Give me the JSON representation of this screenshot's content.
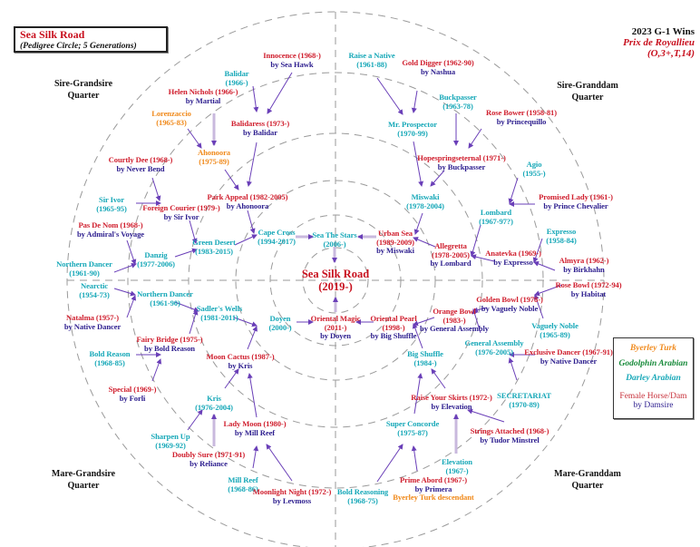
{
  "title": {
    "name": "Sea Silk Road",
    "subtitle": "(Pedigree Circle; 5 Generations)"
  },
  "wins": {
    "heading": "2023 G-1 Wins",
    "race": "Prix de Royallieu",
    "conditions": "(O,3+,T,14)"
  },
  "subject": {
    "name": "Sea Silk Road",
    "years": "(2019-)"
  },
  "quarters": [
    {
      "line1": "Sire-Grandsire",
      "line2": "Quarter"
    },
    {
      "line1": "Sire-Granddam",
      "line2": "Quarter"
    },
    {
      "line1": "Mare-Grandsire",
      "line2": "Quarter"
    },
    {
      "line1": "Mare-Granddam",
      "line2": "Quarter"
    }
  ],
  "legend": {
    "byerley": "Byerley Turk",
    "godolphin": "Godolphin Arabian",
    "darley": "Darley Arabian",
    "female": "Female Horse/Dam",
    "damsire": "by Damsire"
  },
  "colors": {
    "female": "#d0202f",
    "damsire": "#2e1f8f",
    "darley": "#17a8b8",
    "byerley": "#f08a1c",
    "godolphin": "#178a3a",
    "arrow": "#6a3fb8",
    "arrow_thick": "#c9b9de"
  },
  "nodes": [
    {
      "lines": [
        {
          "t": "Innocence (1968-)",
          "c": "f"
        },
        {
          "t": "by Sea Hawk",
          "c": "d"
        }
      ]
    },
    {
      "lines": [
        {
          "t": "Balidar",
          "c": "darley"
        },
        {
          "t": "(1966-)",
          "c": "darley"
        }
      ]
    },
    {
      "lines": [
        {
          "t": "Helen Nichols (1966-)",
          "c": "f"
        },
        {
          "t": "by Martial",
          "c": "d"
        }
      ]
    },
    {
      "lines": [
        {
          "t": "Lorenzaccio",
          "c": "byerley"
        },
        {
          "t": "(1965-83)",
          "c": "byerley"
        }
      ]
    },
    {
      "lines": [
        {
          "t": "Balidaress (1973-)",
          "c": "f"
        },
        {
          "t": "by Balidar",
          "c": "d"
        }
      ]
    },
    {
      "lines": [
        {
          "t": "Ahonoora",
          "c": "byerley"
        },
        {
          "t": "(1975-89)",
          "c": "byerley"
        }
      ]
    },
    {
      "lines": [
        {
          "t": "Courtly Dee (1968-)",
          "c": "f"
        },
        {
          "t": "by Never Bend",
          "c": "d"
        }
      ]
    },
    {
      "lines": [
        {
          "t": "Park Appeal (1982-2005)",
          "c": "f"
        },
        {
          "t": "by Ahonoora",
          "c": "d"
        }
      ]
    },
    {
      "lines": [
        {
          "t": "Sir Ivor",
          "c": "darley"
        },
        {
          "t": "(1965-95)",
          "c": "darley"
        }
      ]
    },
    {
      "lines": [
        {
          "t": "Foreign Courier (1979-)",
          "c": "f"
        },
        {
          "t": "by Sir Ivor",
          "c": "d"
        }
      ]
    },
    {
      "lines": [
        {
          "t": "Pas De Nom (1968-)",
          "c": "f"
        },
        {
          "t": "by Admiral's Voyage",
          "c": "d"
        }
      ]
    },
    {
      "lines": [
        {
          "t": "Cape Cross",
          "c": "darley"
        },
        {
          "t": "(1994-2017)",
          "c": "darley"
        }
      ]
    },
    {
      "lines": [
        {
          "t": "Sea The Stars",
          "c": "darley"
        },
        {
          "t": "(2006-)",
          "c": "darley"
        }
      ]
    },
    {
      "lines": [
        {
          "t": "Green Desert",
          "c": "darley"
        },
        {
          "t": "(1983-2015)",
          "c": "darley"
        }
      ]
    },
    {
      "lines": [
        {
          "t": "Danzig",
          "c": "darley"
        },
        {
          "t": "(1977-2006)",
          "c": "darley"
        }
      ]
    },
    {
      "lines": [
        {
          "t": "Northern Dancer",
          "c": "darley"
        },
        {
          "t": "(1961-90)",
          "c": "darley"
        }
      ]
    },
    {
      "lines": [
        {
          "t": "Nearctic",
          "c": "darley"
        },
        {
          "t": "(1954-73)",
          "c": "darley"
        }
      ]
    },
    {
      "lines": [
        {
          "t": "Northern Dancer",
          "c": "darley"
        },
        {
          "t": "(1961-90)",
          "c": "darley"
        }
      ]
    },
    {
      "lines": [
        {
          "t": "Sadler's Wells",
          "c": "darley"
        },
        {
          "t": "(1981-2011)",
          "c": "darley"
        }
      ]
    },
    {
      "lines": [
        {
          "t": "Natalma (1957-)",
          "c": "f"
        },
        {
          "t": "by Native Dancer",
          "c": "d"
        }
      ]
    },
    {
      "lines": [
        {
          "t": "Doyen",
          "c": "darley"
        },
        {
          "t": "(2000-)",
          "c": "darley"
        }
      ]
    },
    {
      "lines": [
        {
          "t": "Oriental Magic",
          "c": "f"
        },
        {
          "t": "(2011-)",
          "c": "f"
        },
        {
          "t": "by Doyen",
          "c": "d"
        }
      ]
    },
    {
      "lines": [
        {
          "t": "Fairy Bridge (1975-)",
          "c": "f"
        },
        {
          "t": "by Bold Reason",
          "c": "d"
        }
      ]
    },
    {
      "lines": [
        {
          "t": "Bold Reason",
          "c": "darley"
        },
        {
          "t": "(1968-85)",
          "c": "darley"
        }
      ]
    },
    {
      "lines": [
        {
          "t": "Moon Cactus (1987-)",
          "c": "f"
        },
        {
          "t": "by Kris",
          "c": "d"
        }
      ]
    },
    {
      "lines": [
        {
          "t": "Special (1969-)",
          "c": "f"
        },
        {
          "t": "by Forli",
          "c": "d"
        }
      ]
    },
    {
      "lines": [
        {
          "t": "Kris",
          "c": "darley"
        },
        {
          "t": "(1976-2004)",
          "c": "darley"
        }
      ]
    },
    {
      "lines": [
        {
          "t": "Lady Moon (1980-)",
          "c": "f"
        },
        {
          "t": "by Mill Reef",
          "c": "d"
        }
      ]
    },
    {
      "lines": [
        {
          "t": "Sharpen Up",
          "c": "darley"
        },
        {
          "t": "(1969-92)",
          "c": "darley"
        }
      ]
    },
    {
      "lines": [
        {
          "t": "Doubly Sure (1971-91)",
          "c": "f"
        },
        {
          "t": "by Reliance",
          "c": "d"
        }
      ]
    },
    {
      "lines": [
        {
          "t": "Mill Reef",
          "c": "darley"
        },
        {
          "t": "(1968-86)",
          "c": "darley"
        }
      ]
    },
    {
      "lines": [
        {
          "t": "Moonlight Night (1972-)",
          "c": "f"
        },
        {
          "t": "by Levmoss",
          "c": "d"
        }
      ]
    },
    {
      "lines": [
        {
          "t": "Bold Reasoning",
          "c": "darley"
        },
        {
          "t": "(1968-75)",
          "c": "darley"
        }
      ]
    },
    {
      "lines": [
        {
          "t": "Raise a Native",
          "c": "darley"
        },
        {
          "t": "(1961-88)",
          "c": "darley"
        }
      ]
    },
    {
      "lines": [
        {
          "t": "Gold Digger (1962-90)",
          "c": "f"
        },
        {
          "t": "by Nashua",
          "c": "d"
        }
      ]
    },
    {
      "lines": [
        {
          "t": "Buckpasser",
          "c": "darley"
        },
        {
          "t": "(1963-78)",
          "c": "darley"
        }
      ]
    },
    {
      "lines": [
        {
          "t": "Rose Bower (1958-81)",
          "c": "f"
        },
        {
          "t": "by Princequillo",
          "c": "d"
        }
      ]
    },
    {
      "lines": [
        {
          "t": "Mr. Prospector",
          "c": "darley"
        },
        {
          "t": "(1970-99)",
          "c": "darley"
        }
      ]
    },
    {
      "lines": [
        {
          "t": "Hopespringseternal (1971-)",
          "c": "f"
        },
        {
          "t": "by Buckpasser",
          "c": "d"
        }
      ]
    },
    {
      "lines": [
        {
          "t": "Agio",
          "c": "darley"
        },
        {
          "t": "(1955-)",
          "c": "darley"
        }
      ]
    },
    {
      "lines": [
        {
          "t": "Promised Lady (1961-)",
          "c": "f"
        },
        {
          "t": "by Prince Chevalier",
          "c": "d"
        }
      ]
    },
    {
      "lines": [
        {
          "t": "Miswaki",
          "c": "darley"
        },
        {
          "t": "(1978-2004)",
          "c": "darley"
        }
      ]
    },
    {
      "lines": [
        {
          "t": "Lombard",
          "c": "darley"
        },
        {
          "t": "(1967-97?)",
          "c": "darley"
        }
      ]
    },
    {
      "lines": [
        {
          "t": "Expresso",
          "c": "darley"
        },
        {
          "t": "(1958-84)",
          "c": "darley"
        }
      ]
    },
    {
      "lines": [
        {
          "t": "Urban Sea",
          "c": "f"
        },
        {
          "t": "(1989-2009)",
          "c": "f"
        },
        {
          "t": "by Miswaki",
          "c": "d"
        }
      ]
    },
    {
      "lines": [
        {
          "t": "Allegretta",
          "c": "f"
        },
        {
          "t": "(1978-2005)",
          "c": "f"
        },
        {
          "t": "by Lombard",
          "c": "d"
        }
      ]
    },
    {
      "lines": [
        {
          "t": "Anatevka (1969-)",
          "c": "f"
        },
        {
          "t": "by Expresso",
          "c": "d"
        }
      ]
    },
    {
      "lines": [
        {
          "t": "Almyra (1962-)",
          "c": "f"
        },
        {
          "t": "by Birkhahn",
          "c": "d"
        }
      ]
    },
    {
      "lines": [
        {
          "t": "Rose Bowl (1972-94)",
          "c": "f"
        },
        {
          "t": "by Habitat",
          "c": "d"
        }
      ]
    },
    {
      "lines": [
        {
          "t": "Golden Bowl (1978-)",
          "c": "f"
        },
        {
          "t": "by Vaguely Noble",
          "c": "d"
        }
      ]
    },
    {
      "lines": [
        {
          "t": "Orange Bowl",
          "c": "f"
        },
        {
          "t": "(1983-)",
          "c": "f"
        },
        {
          "t": "by General Assembly",
          "c": "d"
        }
      ]
    },
    {
      "lines": [
        {
          "t": "Oriental Pearl",
          "c": "f"
        },
        {
          "t": "(1998-)",
          "c": "f"
        },
        {
          "t": "by Big Shuffle",
          "c": "d"
        }
      ]
    },
    {
      "lines": [
        {
          "t": "Vaguely Noble",
          "c": "darley"
        },
        {
          "t": "(1965-89)",
          "c": "darley"
        }
      ]
    },
    {
      "lines": [
        {
          "t": "General Assembly",
          "c": "darley"
        },
        {
          "t": "(1976-2005)",
          "c": "darley"
        }
      ]
    },
    {
      "lines": [
        {
          "t": "Big Shuffle",
          "c": "darley"
        },
        {
          "t": "(1984-)",
          "c": "darley"
        }
      ]
    },
    {
      "lines": [
        {
          "t": "Exclusive Dancer (1967-91)",
          "c": "f"
        },
        {
          "t": "by Native Dancer",
          "c": "d"
        }
      ]
    },
    {
      "lines": [
        {
          "t": "SECRETARIAT",
          "c": "darley"
        },
        {
          "t": "(1970-89)",
          "c": "darley"
        }
      ]
    },
    {
      "lines": [
        {
          "t": "Raise Your Skirts (1972-)",
          "c": "f"
        },
        {
          "t": "by Elevation",
          "c": "d"
        }
      ]
    },
    {
      "lines": [
        {
          "t": "Super Concorde",
          "c": "darley"
        },
        {
          "t": "(1975-87)",
          "c": "darley"
        }
      ]
    },
    {
      "lines": [
        {
          "t": "Strings Attached (1968-)",
          "c": "f"
        },
        {
          "t": "by Tudor Minstrel",
          "c": "d"
        }
      ]
    },
    {
      "lines": [
        {
          "t": "Elevation",
          "c": "darley"
        },
        {
          "t": "(1967-)",
          "c": "darley"
        }
      ]
    },
    {
      "lines": [
        {
          "t": "Prime Abord (1967-)",
          "c": "f"
        },
        {
          "t": "by Primera",
          "c": "d"
        },
        {
          "t": "Byerley Turk descendant",
          "c": "byerley"
        }
      ]
    }
  ]
}
